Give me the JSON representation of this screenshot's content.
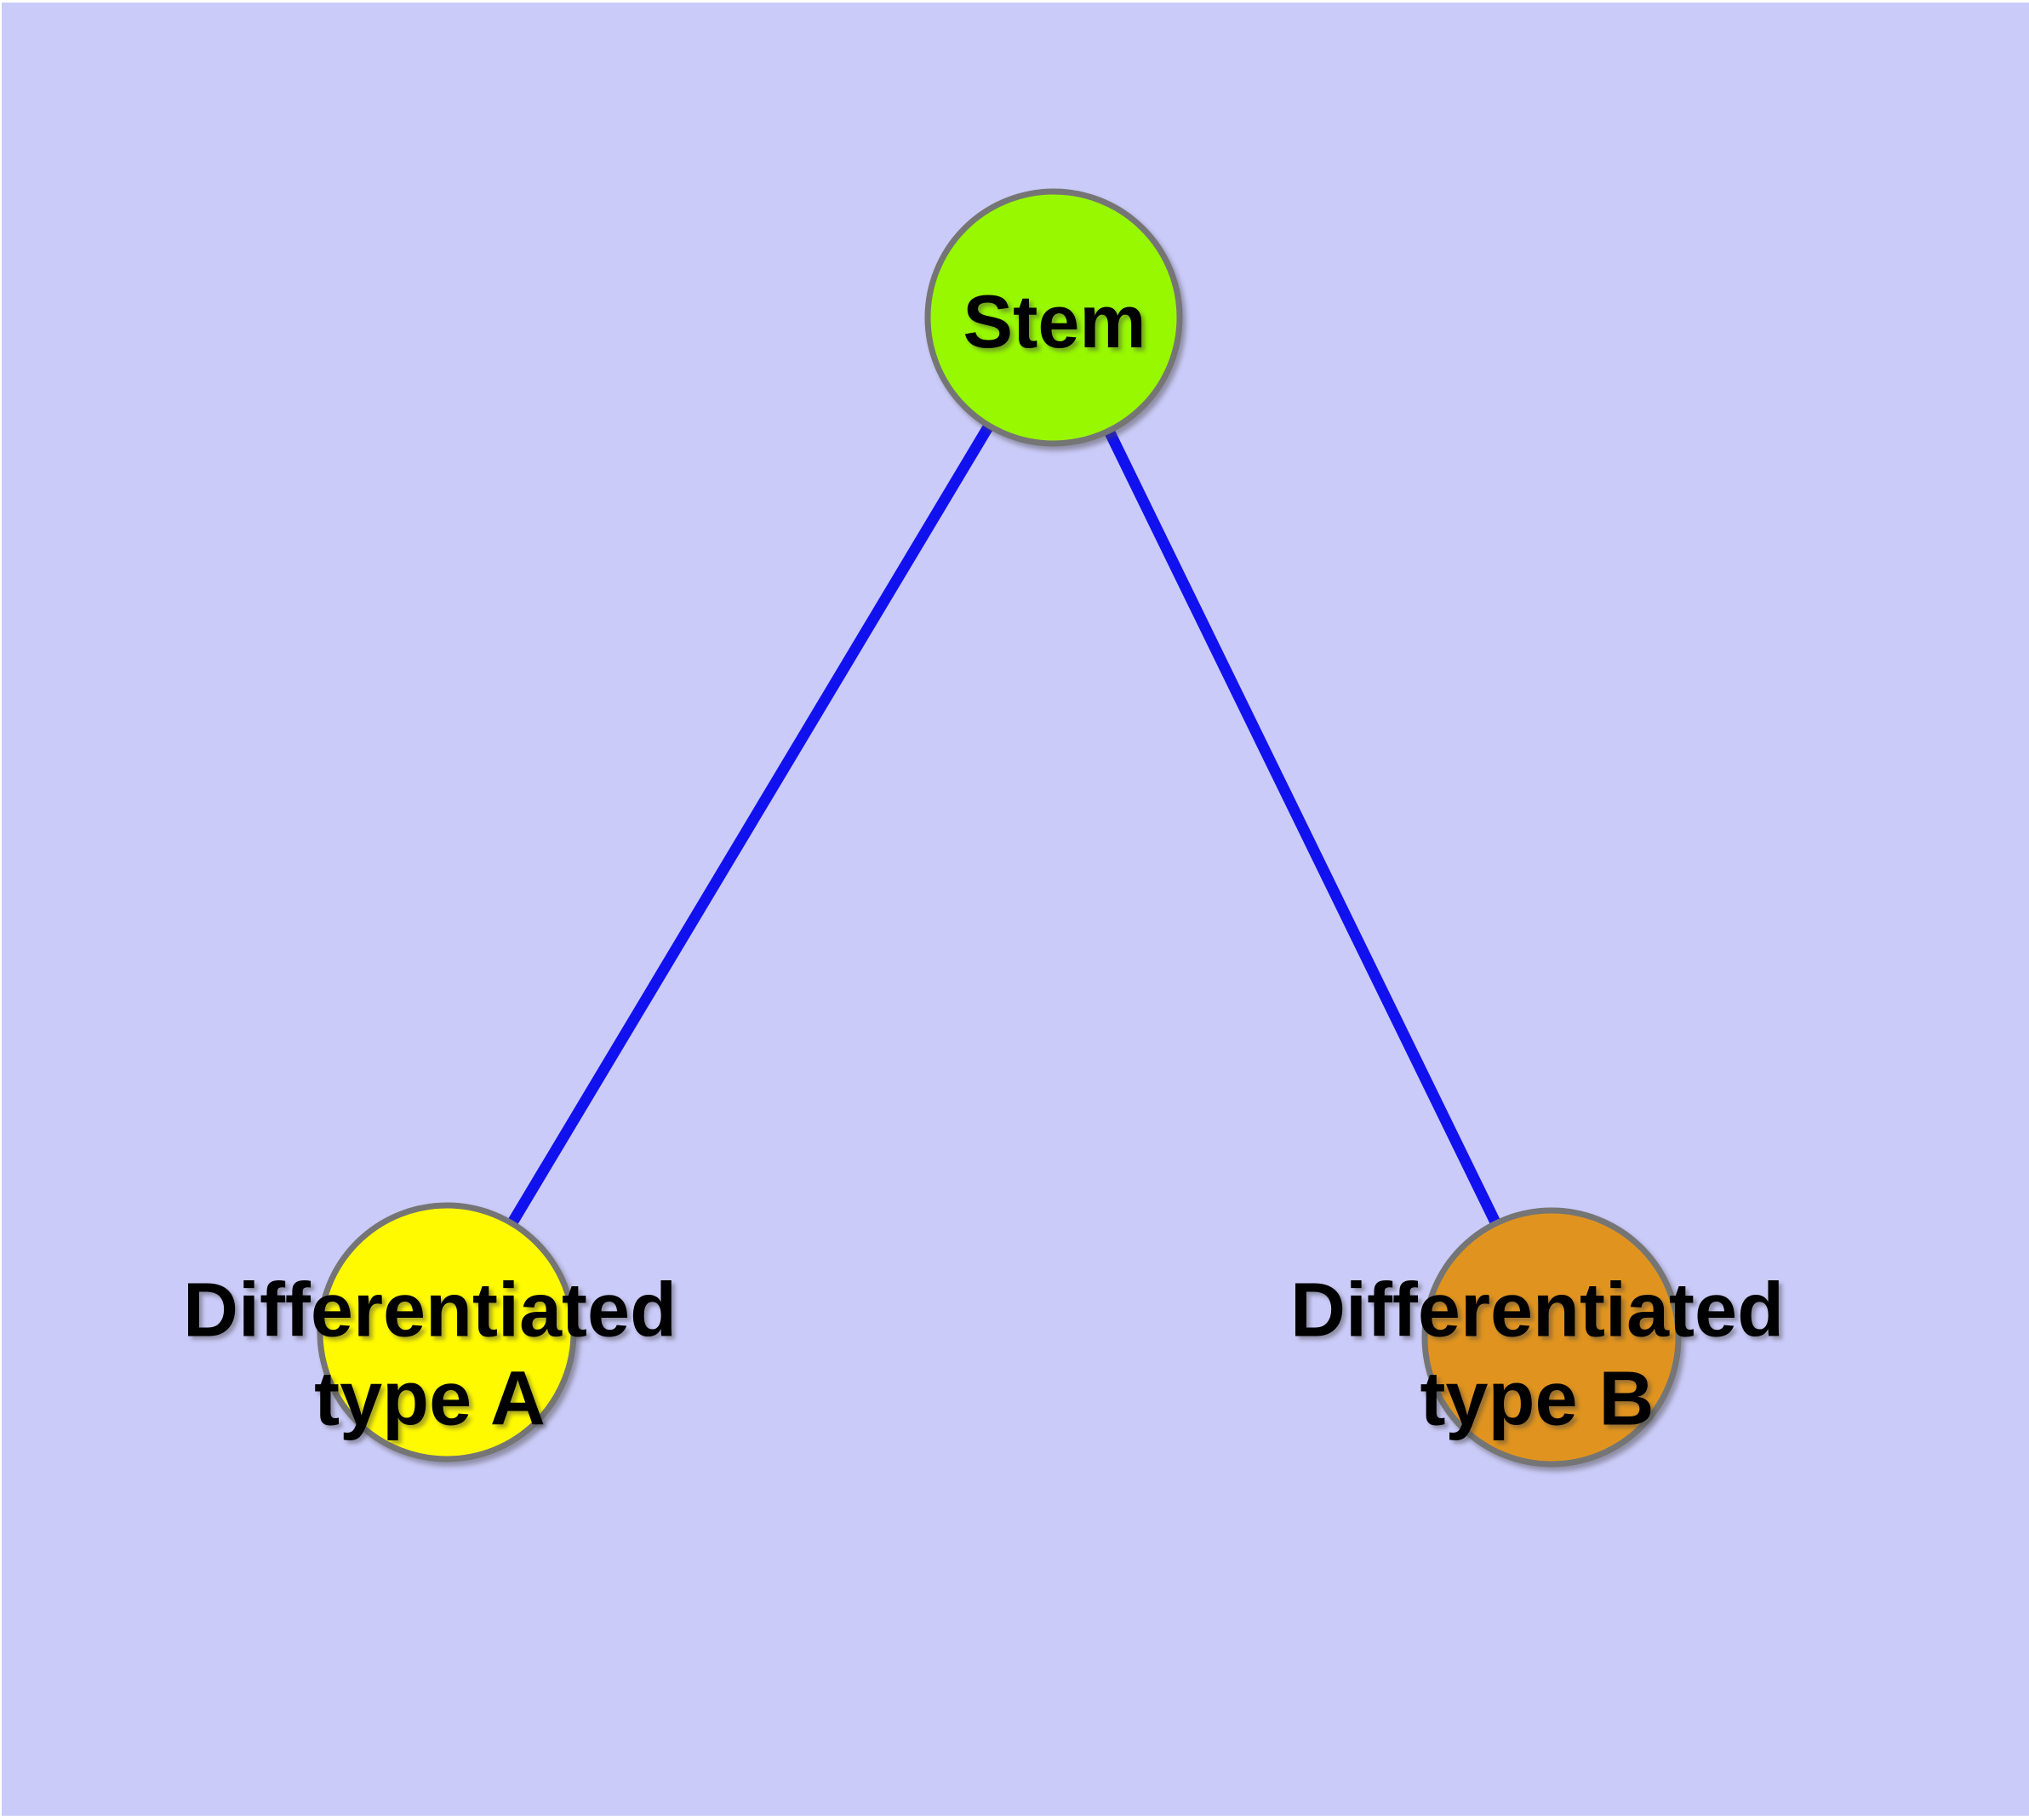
{
  "canvas": {
    "background_color": "#cbcbf9",
    "frame_color": "#ffffff"
  },
  "nodes": {
    "stem": {
      "label": "Stem",
      "fill_color": "#97f800",
      "border_color": "#757575",
      "text_color": "#000000"
    },
    "type_a": {
      "label_line1": "Differentiated",
      "label_line2": "type A",
      "fill_color": "#fffa00",
      "border_color": "#757575",
      "text_color": "#000000"
    },
    "type_b": {
      "label_line1": "Differentiated",
      "label_line2": "type B",
      "fill_color": "#e0941f",
      "border_color": "#757575",
      "text_color": "#000000"
    }
  },
  "edges": {
    "color": "#1111ef",
    "list": [
      {
        "from": "Stem",
        "to": "Differentiated type A"
      },
      {
        "from": "Stem",
        "to": "Differentiated type B"
      }
    ]
  }
}
